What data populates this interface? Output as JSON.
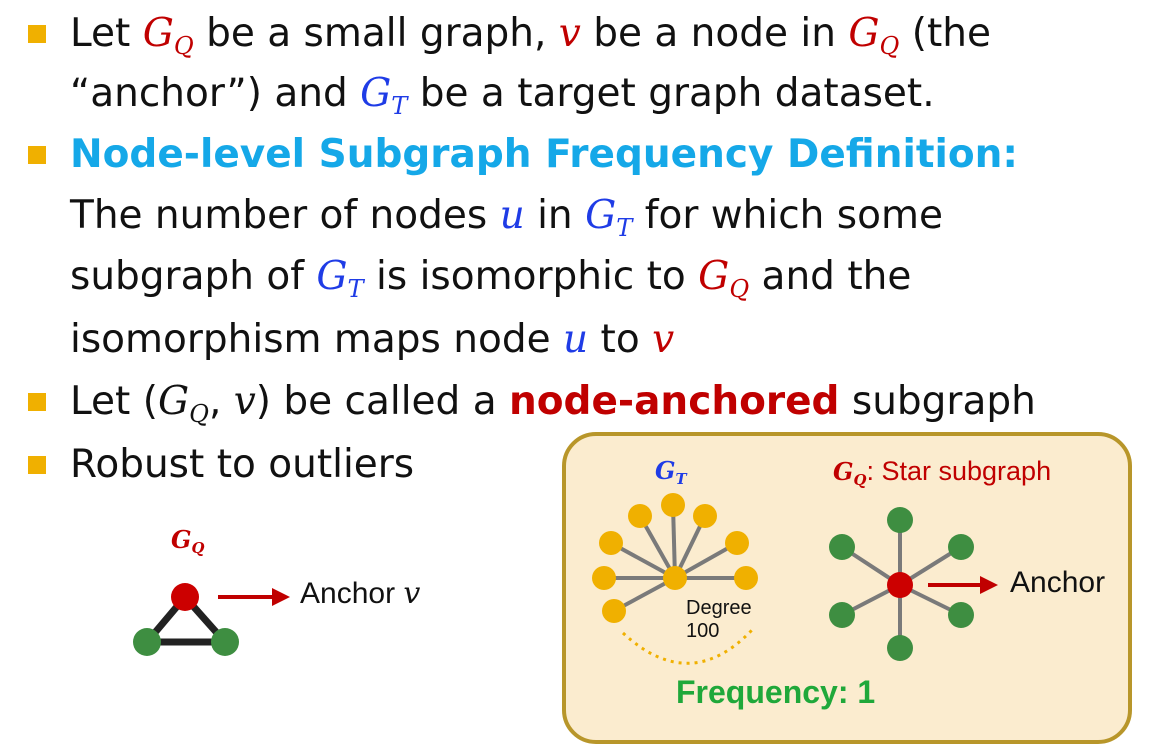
{
  "bullets": {
    "b1": {
      "t1": "Let ",
      "gq": "G",
      "gq_sub": "Q",
      "t2": " be a small graph, ",
      "v": "v",
      "t3": " be a node in ",
      "gq2": "G",
      "gq2_sub": "Q",
      "t4": " (the",
      "line2_t1": "“anchor”) and ",
      "gt": "G",
      "gt_sub": "T",
      "line2_t2": " be a target graph dataset."
    },
    "b2": {
      "title": "Node-level Subgraph Frequency Definition:",
      "l1_t1": "The number of nodes ",
      "u": "u",
      "l1_t2": " in ",
      "gt": "G",
      "gt_sub": "T",
      "l1_t3": " for which some",
      "l2_t1": "subgraph of ",
      "gt2": "G",
      "gt2_sub": "T",
      "l2_t2": " is isomorphic to ",
      "gq": "G",
      "gq_sub": "Q",
      "l2_t3": " and the",
      "l3_t1": "isomorphism maps node ",
      "u2": "u",
      "l3_t2": " to ",
      "v": "v"
    },
    "b3": {
      "t1": "Let (",
      "gq": "G",
      "gq_sub": "Q",
      "comma": ", ",
      "v": "v",
      "t2": ") be called a ",
      "emph": "node-anchored",
      "t3": " subgraph"
    },
    "b4": {
      "t1": "Robust to outliers"
    }
  },
  "left_diagram": {
    "gq_label": "G",
    "gq_sub": "Q",
    "anchor_text": "Anchor ",
    "anchor_var": "v"
  },
  "panel": {
    "gt_label": "G",
    "gt_sub": "T",
    "gq_label": "G",
    "gq_sub": "Q",
    "gq_caption": ": Star subgraph",
    "degree": "Degree",
    "degree_value": "100",
    "anchor": "Anchor",
    "frequency": "Frequency: 1"
  },
  "colors": {
    "bullet": "#f0b000",
    "red": "#c00000",
    "blue": "#1f3ce6",
    "title_blue": "#15a8e8",
    "green_node": "#3e8e41",
    "orange_node": "#f0b000",
    "edge_gray": "#808080",
    "frequency_green": "#1fa83a",
    "panel_bg": "#fbeccf",
    "panel_border": "#b8962a"
  }
}
